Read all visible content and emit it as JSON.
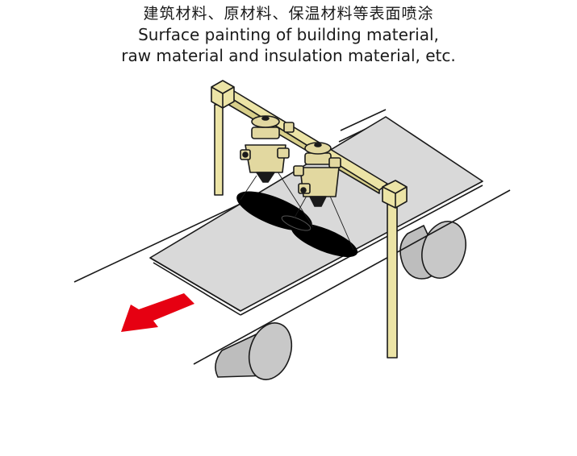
{
  "caption": {
    "zh": "建筑材料、原材料、保温材料等表面喷涂",
    "en_line1": "Surface painting of building material,",
    "en_line2": "raw material and insulation material, etc."
  },
  "colors": {
    "frame": "#ece4a6",
    "nozzle_body": "#e2d8a0",
    "sheet": "#d9d9d9",
    "roller": "#bdbdbd",
    "spray": "#000000",
    "arrow": "#e60012",
    "line": "#1a1a1a"
  },
  "icons": {
    "direction": "arrow-down-left-icon",
    "nozzle": "spray-nozzle-icon"
  }
}
